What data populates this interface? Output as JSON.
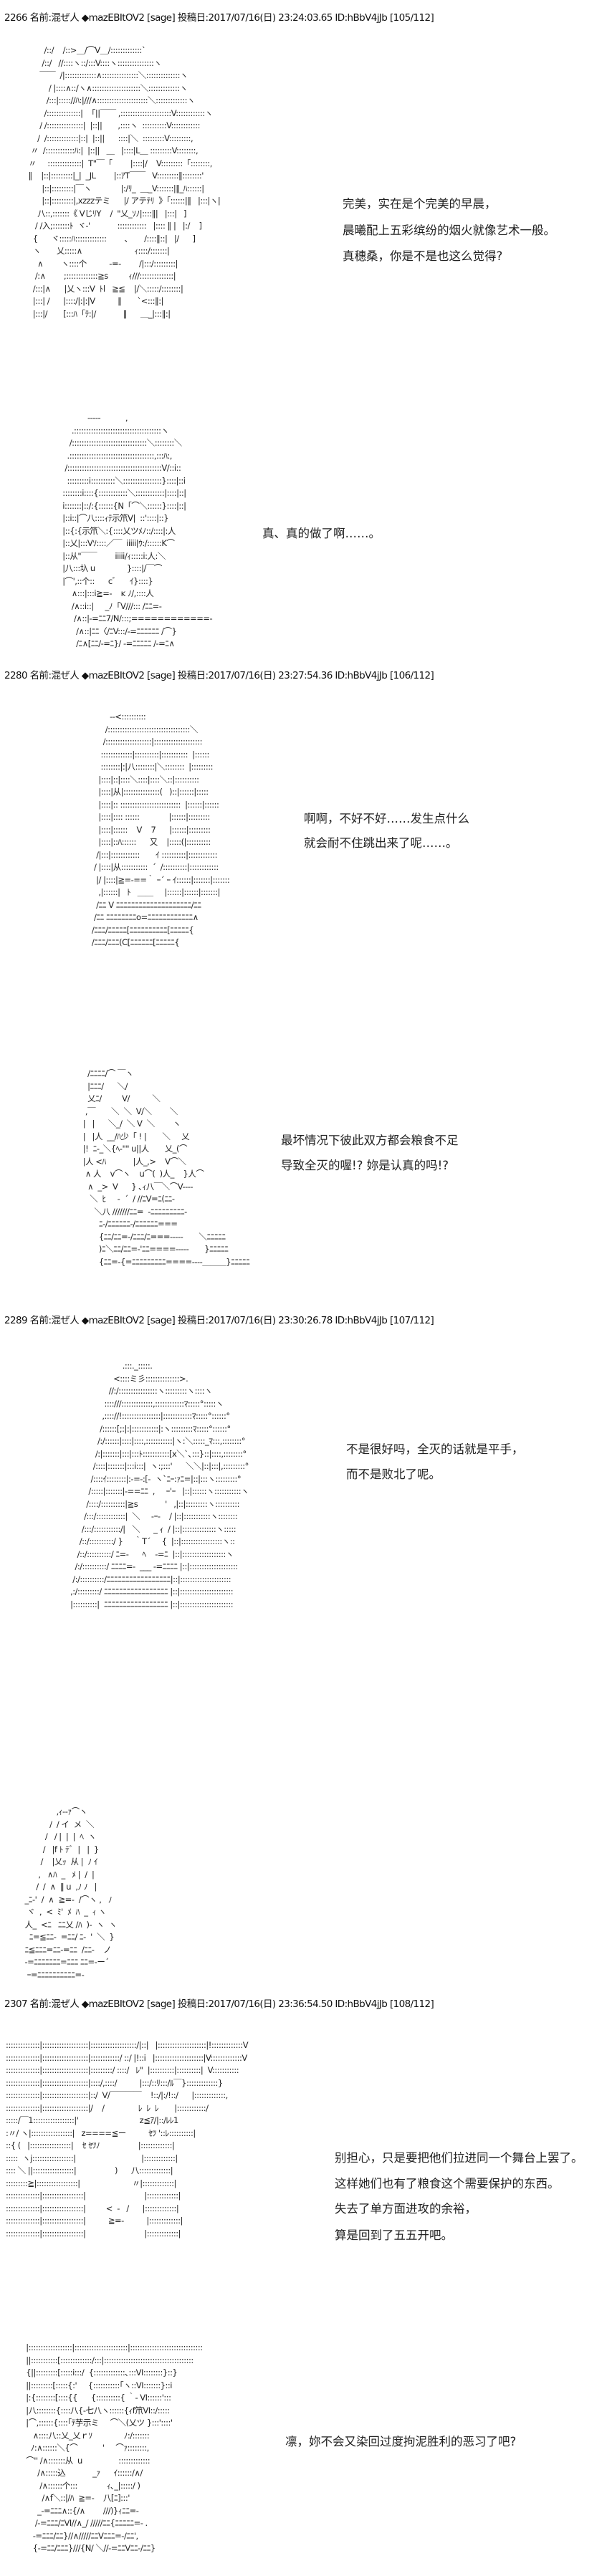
{
  "posts": [
    {
      "header": "2266 名前:混ぜ人 ◆mazEBItOV2 [sage] 投稿日:2017/07/16(日) 23:24:03.65 ID:hBbV4jJb [105/112]"
    },
    {
      "header": "2280 名前:混ぜ人 ◆mazEBItOV2 [sage] 投稿日:2017/07/16(日) 23:27:54.36 ID:hBbV4jJb [106/112]"
    },
    {
      "header": "2289 名前:混ぜ人 ◆mazEBItOV2 [sage] 投稿日:2017/07/16(日) 23:30:26.78 ID:hBbV4jJb [107/112]"
    },
    {
      "header": "2307 名前:混ぜ人 ◆mazEBItOV2 [sage] 投稿日:2017/07/16(日) 23:36:54.50 ID:hBbV4jJb [108/112]"
    }
  ],
  "panels": [
    {
      "dialogue": [
        "完美，实在是个完美的早晨，",
        "晨曦配上五彩缤纷的烟火就像艺术一般。",
        "真穗桑，你是不是也这么觉得?"
      ],
      "art": [
        "          /::/    /::>＿/⌒V＿/:::::::::::::`",
        "         /::/   //::::ヽ::/:::V::::ヽ:::::::::::::::ヽ",
        "        ￣￣  /|:::::::::::::∧:::::::::::::::＼::::::::::::::ヽ",
        "            / |::::∧::/ヽ∧::::::::::::::::::::＼:::::::::::::ヽ",
        "           /:::|::::://ﾊ:|///∧:::::::::::::::::::::＼:::::::::::::ヽ",
        "          /::::::::::::::|  「||￣￣ ,:::::::::::::::::::::V::::::::::::ヽ",
        "        / /:::::::::::::::|  |::||       ,::::ヽ  ::::::::::V::::::::::::",
        "       /  /:::::::::::::|::|  |::||      ::::|＼  :::::::::V:::::::::,",
        "    〃  /::::::::::::ﾊ:|  |::||   ＿   |::::|L＿ :::::::::V::::::::,",
        "   〃     ::::::::::::::|  T\"￣「        |::::|/    V:::::::::「::::::::,",
        "   ‖    |::|:::::::::|_|  _JL        |::ｱT￣￣   V:::::::::‖::::::::'",
        "         |::|:::::::::|￣ヽ             |:/ﾘ_  ＿_V:::::::|‖_ﾊ::::::|",
        "         |::|:::::::::|,xzzzテミ      |/ アテﾃﾘ  》「::::::|‖   |:::|ヽ|",
        "       八::,:::::::《 VじﾘY    /  \"乂_ｿﾉ|::::‖|   |:::|   ]",
        "      / /入;:::::::ﾄ  ヾ-'            ::::::::::::   |:::: ‖ |   |:/    ]",
        "     {      ヾ:::::ﾊ:::::::::::::        ､       /::::‖::|   |/      ]",
        "     ヽ       乂:::::∧                       ｨ::::/:::::::|",
        "       ∧        ヽ::::个          -=-        /|:::/:::::::::|",
        "      /:∧        ;:::::::::::::≧s         ｨ///::::::::::::::|",
        "     /:::|∧      |乂ヽ:::V  ﾄl   ≧≦    |/＼:::::/::::::::|",
        "     |:::| /      |::::/|:|:|V          ‖       `<:::‖:|",
        "     |:::|/       [:::ﾊ「ﾃ:|/            ‖      ＿_|:::‖:|"
      ]
    },
    {
      "dialogue": [
        "真、真的做了啊……。"
      ],
      "art": [
        "                   -----           ,",
        "            .::::::::::::::::::::::::::::::::::::ヽ",
        "           /:::::::::::::::::::::::::::::::＼::::::::＼",
        "          .:::::::::::::::::::::::::::::::::::,:::ﾊ:,",
        "         /:::::::::::::::::::::::::::::::::::::::V/::i::",
        "          :::::::::i::::::::::＼::::::::::::::::}::::|::i",
        "        ::::::::i::::{::::::::::::＼::::::::::::|::::|::|",
        "        i:::::::|::/:{::::::{N「⌒＼::::::}::::|::|",
        "        |::i::|⌒八::::ｨﾃ示笊V|  ::'::::|::}",
        "        |::{:{示笊＼:{::::乂ツﾒﾉ::/::::|:人",
        "        |::乂|:::Vｿ::::／￣  iiiii|ｳ:/::::::K⌒",
        "        |::从\"￣￣        iiiii/ｨ:::::i:人:＼",
        "        |八:::圦 u              }::::|/￣⌒",
        "        |⌒',::个::      cﾞ      ｲ}::::}",
        "            ∧:::|:::i≧=-    ĸ ﾉ/,::::人",
        "            /∧::i::|     _ﾉ「V///::: /ﾆﾆ=-",
        "             /∧::|-=ﾆﾆ7/N/:::;============-",
        "              /∧::|ﾆﾆ〈/ﾆV:::/-=ﾆﾆﾆﾆﾆﾆ /⌒}",
        "              /ﾆ∧[ﾆﾆ/-=ﾆ}/ -=ﾆﾆﾆﾆﾆ /-=ﾆ∧"
      ]
    },
    {
      "dialogue": [
        "啊啊，不好不好……发生点什么",
        "就会耐不住跳出来了呢……。"
      ],
      "art": [
        "                    --<::::::::::",
        "                  /::::::::::::::::::::::::::::::::::＼",
        "                 /:::::::::::::::::::|::::::::::::::::::::",
        "                :::::::::::::|::::::::::|:::::::::::  |::::::",
        "                ::::::::|:|八::::::::|＼::::::::  |:::::::::",
        "               |::::|::|::::＼::::|::::＼::|::::::::::",
        "               |::::|从|:::::::::::::::(   )::|::::::|:::::",
        "               |::::|:: :::::::::::::::::::::::::  |::::::|::::::",
        "               |::::|:::: ::::::             |::::::|:::::::::",
        "               |::::|::::::    V    7      |::::::|:::::::::",
        "               |::::|::ﾊ::::::      又    |:::::(|::::::::::",
        "              /|:::|::::::::::::       ｲ ::::::::::|::::::::::::",
        "             / |::::|从:::::::::::  ´  /::::::::::|::::::::::::",
        "              |/ |::::|≧=-==｀ ｰ´ ｰ ｲ::::::|:::::::|:::::::",
        "               ,|::::::|   ﾄ   ＿＿     |::::::|::::::|:::::::|",
        "              /ﾆﾆ V ﾆﾆﾆﾆﾆﾆﾆﾆﾆﾆﾆﾆﾆﾆﾆﾆﾆﾆﾆﾆ/ﾆﾆ",
        "             /ﾆﾆ ﾆﾆﾆﾆﾆﾆﾆﾆo=ﾆﾆﾆﾆﾆﾆﾆﾆﾆﾆﾆﾆ∧",
        "            /ﾆﾆﾆ/ﾆﾆﾆﾆﾆ[ﾆﾆﾆﾆﾆﾆﾆﾆﾆﾆ[ﾆﾆﾆﾆﾆ{",
        "            /ﾆﾆﾆ/ﾆﾆﾆ(C[ﾆﾆﾆﾆﾆﾆ[ﾆﾆﾆﾆﾆ{"
      ]
    },
    {
      "dialogue": [
        "最坏情况下彼此双方都会粮食不足",
        "导致全灭的喔!? 妳是认真的吗!?"
      ],
      "art": [
        "       /ﾆﾆﾆﾆ/⌒ ￣ヽ",
        "       |ﾆﾆﾆ/      ＼/",
        "       乂ﾆ/         V/          ＼",
        "      ,￣       ＼  ＼  V/＼        ＼",
        "     |   |      ＼_/  ＼ V  ＼        ヽ",
        "     |   |人  __/ﾊ少「 ! |       ＼     乂",
        "     |!  ﾆ-_＼{ﾍ-\"\" u||人       乂_(⌒",
        "     |人 <ﾊ            |人_,>    V⌒＼",
        "      ∧ 人    v⌒ヽ    u⌒(  )人_    }人⌒",
        "       ∧  _>  V      } ､ｨ八￣＼⌒V----",
        "        ＼  ﾋ     -  ´  / //ﾆV=ﾆ(ﾆﾆ-",
        "          ＼八 ///////ﾆﾆ=  -ﾆﾆﾆﾆﾆﾆﾆﾆﾆ-",
        "            ﾆ-/ﾆﾆﾆﾆﾆﾆ-/ﾆﾆﾆﾆﾆﾆ===",
        "            {ﾆﾆ/ﾆﾆ=-/ﾆﾆﾆ/ﾆ===-----       ＼ﾆﾆﾆﾆﾆ",
        "            )ﾆ＼ﾆﾆ/ﾆﾆ=-'ﾆﾆ====-----       }ﾆﾆﾆﾆﾆ",
        "            {ﾆﾆ=-{=ﾆﾆﾆﾆﾆﾆﾆﾆﾆ====----＿＿＿}ﾆﾆﾆﾆﾆ"
      ]
    },
    {
      "dialogue": [
        "不是很好吗，全灭的话就是平手，",
        "而不是败北了呢。"
      ],
      "art": [
        "                        .:::._:::::.",
        "                    <::::ミ彡::::::::::::::>.",
        "                  //:/::::::::::::::::ヽ:::::::::ヽ::::ヽ",
        "                ::::///:::::::::::::,::::::::::::ﾏ:::::°:::::ヽ",
        "               ,:::://!::::::::::::::::|::::::::::::ﾏ:::::°::::::°",
        "              /::::::[;:|:|:::::::::::|:ヽ:::::::::ﾏ:::::°::::::°",
        "             /:/::::::|::::|::::,:::::::::::|ヽ:＼:::::_ﾏ:::,::::::::°",
        "            /:|:::::::|:::|:::ﾄ:::::::::::[x＼`､:::}::|::::,::::::::°",
        "           /::::|:::::::|:::i:::|  ヽ:;:::'      ＼＼|::|:::|,:::::::::°",
        "          /::::ｲ::::::::|:-=-:[-  ヽ`ﾆｰ:ｧﾆ=|::|:::ヽ:::::::::°",
        "         /:::::|:::::::|-==ﾆﾆ  ,     ｰ'ｰ   |::|::::::ヽ:::::::::::ヽ",
        "        /::::/::::::::::|≧s            '   ,|::|:::::::::ヽ::::::::::",
        "       /:::/::::::::::::|  ＼     -ｰ-    / |::|:::::::::::ヽ::::::::",
        "      /:::/:::::::::::/|   ＼      _ ｨ  / |::|::::::::::::::ヽ:::::",
        "     /::/::::::::::/ }     ｀T´     {  |::|:::::::::::::::::ヽ::",
        "    /::/::::::::::/ ﾆ=-      ﾍ    -=ﾆ  |::|::::::::::::::::::ヽ",
        "   /:/::::::::::/ ﾆﾆﾆﾆ=-  ___ -=ﾆﾆﾆﾆ |::|::::::::::::::::::::",
        "  /:/::::::::::/ﾆﾆﾆﾆﾆﾆﾆﾆﾆﾆﾆﾆﾆﾆﾆﾆﾆ|::|:::::::::::::::::::::",
        " ,:/:::::::::/ ﾆﾆﾆﾆﾆﾆﾆﾆﾆﾆﾆﾆﾆﾆﾆﾆﾆ |::|::::::::::::::::::::::",
        " |::::::::::|  ﾆﾆﾆﾆﾆﾆﾆﾆﾆﾆﾆﾆﾆﾆﾆﾆﾆ |::|::::::::::::::::::::::"
      ]
    },
    {
      "dialogue": [],
      "art": [
        "                 ,ｨ--ｧ⌒ヽ",
        "              /  / イ  メ  ＼",
        "            /   / |  |  |  ﾍ  ヽ",
        "           /   |f ﾄ ﾃﾞ  |   |  }",
        "          /    |乂ｯ  从 |  ﾉ ｲ",
        "         ,   ∧ﾊ  _   ﾒ |  /  |",
        "        /  /  ∧  ‖ u  ,ﾉ ﾉ   |",
        "   _ﾆ-'  /  ∧  ≧=-  /⌒ヽ ,   ﾉ",
        "    ヾ  ,  <  ﾐ'  ﾒ  ﾊ  _  ｨ ヽ",
        "   人_  <ﾆ   ﾆﾆ乂 /ﾊ  )-  ヽ  ヽ",
        "     ﾆ=≦ﾆﾆ-  =ﾆﾆ/ ﾆ-  '  ＼  }",
        "   ﾆ≦ﾆﾆﾆ=ﾆﾆ-=ﾆﾆ  /ﾆﾆ-    ノ",
        "   -=ﾆﾆﾆﾆﾆﾆﾆ=ﾆﾆﾆ ﾆﾆ=-ー´",
        "    ｰ=ﾆﾆﾆﾆﾆﾆﾆﾆﾆﾆ=-"
      ]
    },
    {
      "dialogue": [
        "别担心，只是要把他们拉进同一个舞台上罢了。",
        "这样她们也有了粮食这个需要保护的东西。",
        "失去了单方面进攻的余裕，",
        "算是回到了五五开吧。"
      ],
      "art": [
        "::::::::::::::|:::::::::::::::::::|:::::::::::::::::::/|::|   |::::::::::::::::::::|!:::::::::::::V",
        "::::::::::::::|:::::::::::::::::::|::::::::::::/ ::/ |!::i   |::::::::::::::::::::|V:::::::::::::V",
        "::::::::::::::|:::::::::::::::::::|:::::::::/ ::::/   ﾚ\"  |::::::::::|::::::::::|  V:::::::::::",
        "::::::::::::::|:::::::::::::::::::|::::/,::::/          |:::/::ﾘ:::/ﾙ￣}:::::::::::::}",
        "::::::::::::::|:::::::::::::::::::|::/  V/￣￣￣￣    !::/|:/!::/      |:::::::::::::,",
        "::::::::::::::|:::::::::::::::::::|/    /               ﾚ  ﾚ  ﾚ       |::::::::::::/",
        ":::::/￣1:::::::::::::::::|'                           z≦ｱ/|::/ﾚﾚ1",
        ":〃/ ヽ|:::::::::::::::::|   z====≦ー          ｾﾂ '::ﾚ::::::::::|",
        "::{ (   |:::::::::::::::::|    ｾ ｾﾂﾉ                 |:::::::::::::|",
        ":::::  ヽj:::::::::::::::::|                             |:::::::::::::|",
        ":::: ＼ ||:::::::::::::::::|                 )      八:::::::::::::|",
        ":::::::::≧|:::::::::::::::::|                       〃|:::::::::::::|",
        "::::::::::::::|:::::::::::::::::|                          |:::::::::::::|",
        "::::::::::::::|:::::::::::::::::|         <  -   /      |:::::::::::::|",
        "::::::::::::::|:::::::::::::::::|          ≧=-          |:::::::::::::|",
        "::::::::::::::|:::::::::::::::::|                          |:::::::::::::|"
      ]
    },
    {
      "dialogue": [
        "凛，妳不会又染回过度拘泥胜利的恶习了吧?"
      ],
      "art": [
        "  |::::::::::::::::::|::::::::::::::::::::::|::::::::::::::::::::::::::::::",
        "  ||:::::::::::[:::::::::::::/:::|:::::::::::::::::::::::::::::::::::::",
        "  {||:::::::::[:::::i:::/  {:::::::::::::､:::VI::::::::}::}",
        "  ||:::::::::[:::::{:'     {:::::::::::｢ヽ::VI:::::::}::i",
        "  |:{::::::::[::::{{      {::::::::::{ ｀- VI::::::':::",
        "  |八::::::::{::::八{-七八ヽ::::::{ｨf笊VI::/:::::",
        "  |⌒,::::::{::::｢ﾃ芋示ミ     ⌒＼(乂ツ }:::'::::'",
        "     ∧::::八::乂_乂ｒｿ              ﾉ:/:::::::",
        "    ﾉ:∧::::::＼{⌒           '     ⌒ｧ::::::::,",
        "  ⌒'' /∧:::::::从  u                :::::::::::::",
        "       /∧:::::込            _ｧ      ｲ::::::/∧/",
        "        /∧::::::个:::             ｨ､_|:::::/ )",
        "         /∧f＼::|/ﾊ  ≧=-    八[ﾆ]:::'",
        "       _-=ﾆﾆﾆ∧::{/∧        ///)}ｨﾆﾆ=-",
        "      /-=ﾆﾆﾆ/ﾆVI//∧_/ /////ﾆﾆ{ﾆﾆﾆﾆﾆ=- .",
        "     -=ﾆﾆﾆ/ﾆﾆ}//∧/////ﾆﾆVﾆﾆﾆ=-/ﾆﾆ',",
        "     {-=ﾆﾆ/ﾆﾆﾆ}///{N/ ＼//-=ﾆﾆVﾆﾆ-/ﾆﾆ}"
      ]
    }
  ]
}
